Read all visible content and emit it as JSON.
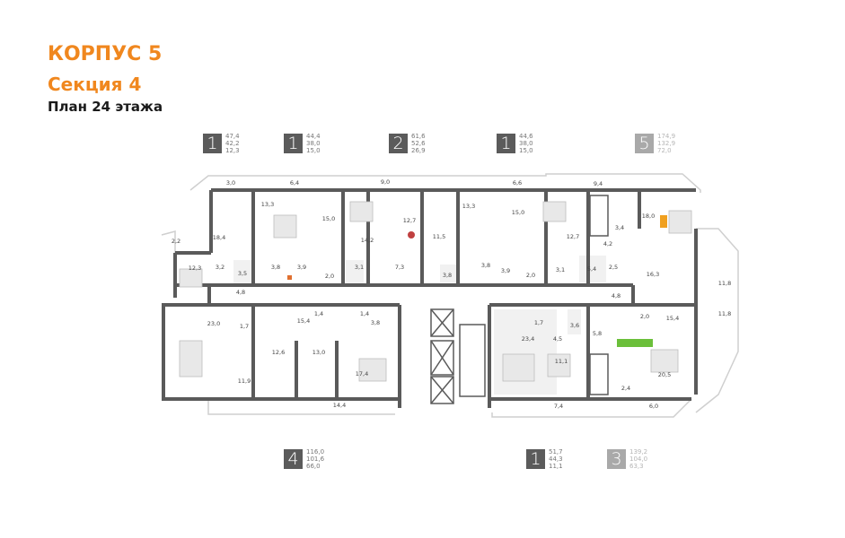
{
  "header": {
    "building": "КОРПУС 5",
    "section": "Секция 4",
    "floor_plan": "План 24 этажа"
  },
  "colors": {
    "accent": "#f0871e",
    "badge_dark": "#5b5b5b",
    "badge_light": "#a9a9a9",
    "wall": "#5a5a5a"
  },
  "apartments_top": [
    {
      "rooms": "1",
      "areas": [
        "47,4",
        "42,2",
        "12,3"
      ],
      "style": "dark"
    },
    {
      "rooms": "1",
      "areas": [
        "44,4",
        "38,0",
        "15,0"
      ],
      "style": "dark"
    },
    {
      "rooms": "2",
      "areas": [
        "61,6",
        "52,6",
        "26,9"
      ],
      "style": "dark"
    },
    {
      "rooms": "1",
      "areas": [
        "44,6",
        "38,0",
        "15,0"
      ],
      "style": "dark"
    },
    {
      "rooms": "5",
      "areas": [
        "174,9",
        "132,9",
        "72,0"
      ],
      "style": "light"
    }
  ],
  "apartments_bottom": [
    {
      "rooms": "4",
      "areas": [
        "116,0",
        "101,6",
        "66,0"
      ],
      "style": "dark"
    },
    {
      "rooms": "1",
      "areas": [
        "51,7",
        "44,3",
        "11,1"
      ],
      "style": "dark"
    },
    {
      "rooms": "3",
      "areas": [
        "139,2",
        "104,0",
        "63,3"
      ],
      "style": "light"
    }
  ],
  "room_areas": [
    "3,0",
    "6,4",
    "9,0",
    "6,6",
    "9,4",
    "18,4",
    "2,2",
    "13,3",
    "15,0",
    "14,2",
    "12,7",
    "11,5",
    "13,3",
    "15,0",
    "12,7",
    "3,4",
    "18,0",
    "4,2",
    "16,3",
    "11,8",
    "12,3",
    "3,2",
    "3,5",
    "3,8",
    "3,9",
    "2,0",
    "3,1",
    "7,3",
    "3,8",
    "3,8",
    "3,9",
    "2,0",
    "3,1",
    "5,4",
    "2,5",
    "4,8",
    "4,8",
    "23,0",
    "1,7",
    "15,4",
    "1,4",
    "1,4",
    "3,8",
    "12,6",
    "13,0",
    "17,4",
    "11,9",
    "14,4",
    "23,4",
    "1,7",
    "4,5",
    "3,6",
    "11,1",
    "5,8",
    "2,0",
    "15,4",
    "11,8",
    "20,5",
    "2,4",
    "7,4",
    "6,0"
  ]
}
